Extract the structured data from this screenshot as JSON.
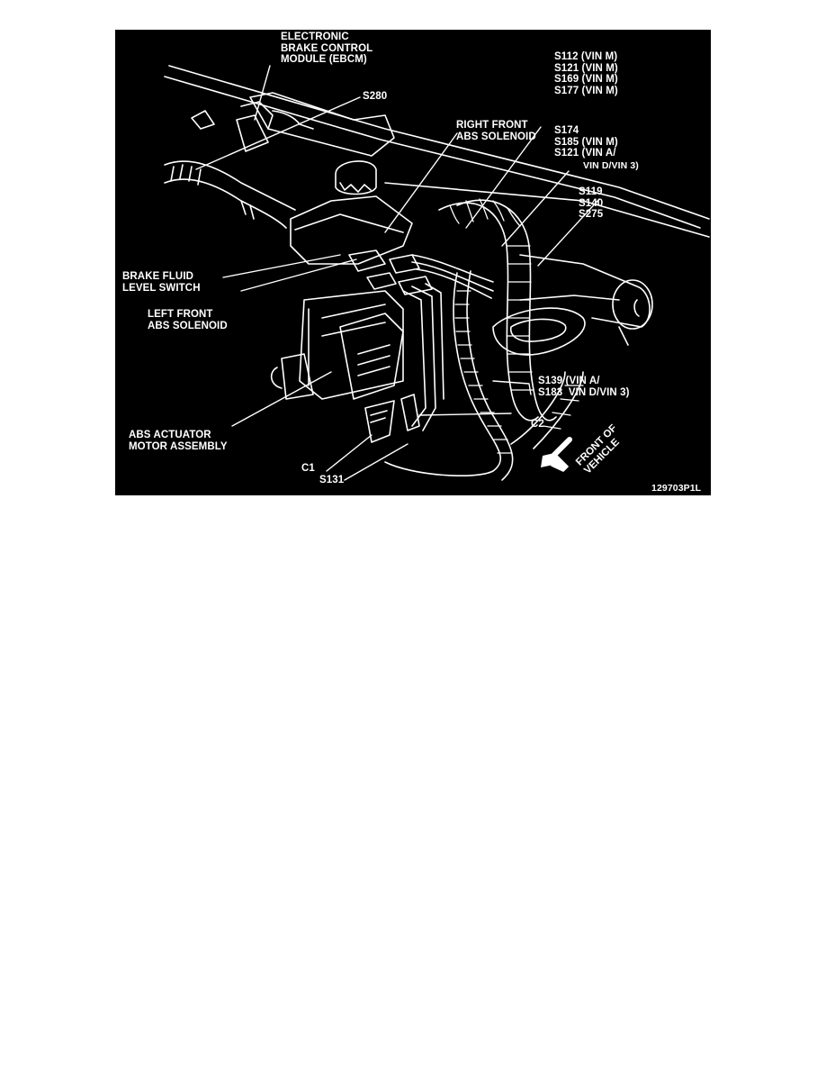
{
  "figure": {
    "id_code": "129703P1L",
    "background": "#000000",
    "line_color": "#ffffff",
    "labels": {
      "ebcm": "ELECTRONIC\nBRAKE CONTROL\nMODULE (EBCM)",
      "s280": "S280",
      "right_front_abs_solenoid": "RIGHT FRONT\nABS SOLENOID",
      "s112_group": "S112 (VIN M)\nS121 (VIN M)\nS169 (VIN M)\nS177 (VIN M)",
      "s174_group": "S174\nS185 (VIN M)\nS121 (VIN A/",
      "s174_group_cont": "VIN D/VIN 3)",
      "s119_group": "S119\nS140\nS275",
      "brake_fluid_level_switch": "BRAKE FLUID\nLEVEL SWITCH",
      "left_front_abs_solenoid": "LEFT FRONT\nABS SOLENOID",
      "s139_group": "S139 (VIN A/\nS183  VIN D/VIN 3)",
      "abs_actuator_motor_assembly": "ABS ACTUATOR\nMOTOR ASSEMBLY",
      "c2": "C2",
      "c1": "C1",
      "s131": "S131",
      "front_of_vehicle": "FRONT OF\nVEHICLE"
    }
  }
}
